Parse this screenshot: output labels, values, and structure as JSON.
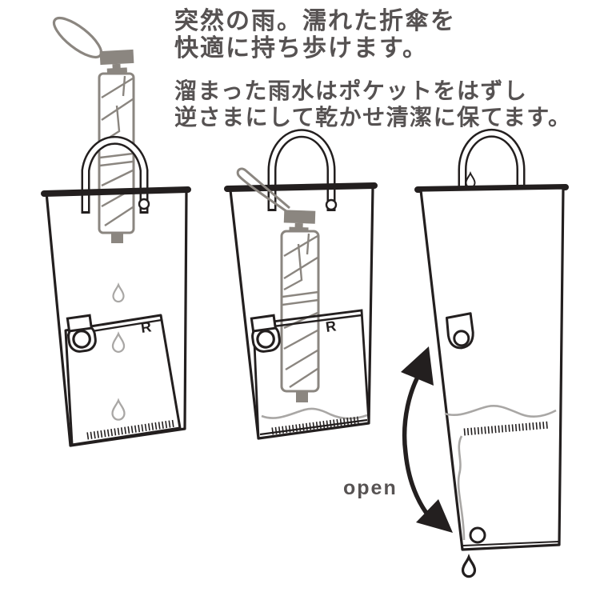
{
  "captions": {
    "intro_line1": "突然の雨。濡れた折傘を",
    "intro_line2": "快適に持ち歩けます。",
    "drain_line1": "溜まった雨水はポケットをはずし",
    "drain_line2": "逆さまにして乾かせ清潔に保てます。"
  },
  "labels": {
    "open": "open",
    "brand_initial": "R"
  },
  "colors": {
    "ink": "#231f1f",
    "umbrella_gray": "#8b8680",
    "light_gray": "#a9a7a5",
    "caption_text": "#565252",
    "open_text": "#575353"
  }
}
